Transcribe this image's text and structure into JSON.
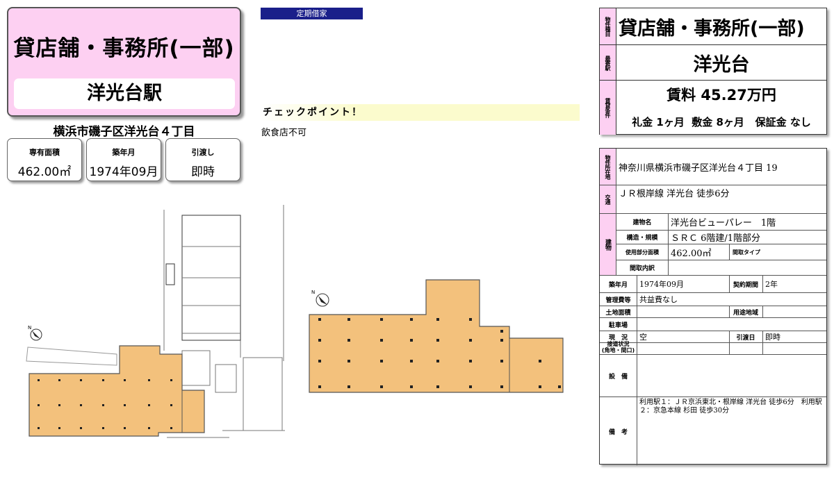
{
  "header": {
    "title": "貸店舗・事務所(一部)",
    "station": "洋光台駅",
    "address": "横浜市磯子区洋光台４丁目"
  },
  "specs": [
    {
      "label": "専有面積",
      "value": "462.00㎡"
    },
    {
      "label": "築年月",
      "value": "1974年09月"
    },
    {
      "label": "引渡し",
      "value": "即時"
    }
  ],
  "badge": "定期借家",
  "checkpoint": {
    "title": "チェックポイント！",
    "note": "飲食店不可"
  },
  "summary": {
    "type_label": "物件種目",
    "type_value": "貸店舗・事務所(一部)",
    "station_label": "最寄駅",
    "station_value": "洋光台",
    "terms_label": "賃貸条件",
    "rent": "賃料 45.27万円",
    "fees": "礼金 1ヶ月  敷金 8ヶ月   保証金 なし"
  },
  "detail": {
    "location_label": "物件所在地",
    "location": "神奈川県横浜市磯子区洋光台４丁目 19",
    "access_label": "交通",
    "access": "ＪＲ根岸線 洋光台 徒歩6分",
    "building_label": "建物",
    "bname_label": "建物名",
    "bname": "洋光台ビューパレー　1階",
    "struct_label": "構造・規模",
    "struct": "ＳＲＣ 6階建/1階部分",
    "area_label": "使用部分面積",
    "area": "462.00㎡",
    "madori_label": "間取タイプ",
    "madori_detail_label": "間取内訳",
    "built_label": "築年月",
    "built": "1974年09月",
    "contract_label": "契約期間",
    "contract": "2年",
    "mgmt_label": "管理費等",
    "mgmt": "共益費なし",
    "land_label": "土地面積",
    "use_label": "用途地域",
    "parking_label": "駐車場",
    "status_label": "現　況",
    "status": "空",
    "handover_label": "引渡日",
    "handover": "即時",
    "road_label": "接道状況\n(角地・間口)",
    "equip_label": "設　備",
    "remarks_label": "備　考",
    "remarks": "利用駅１：ＪＲ京浜東北・根岸線 洋光台 徒歩6分　利用駅２：京急本線 杉田 徒歩30分"
  },
  "colors": {
    "pink": "#fdd0f2",
    "navy": "#1a1f8a",
    "floor": "#f3c17c",
    "yellow": "#fbfbcd"
  }
}
